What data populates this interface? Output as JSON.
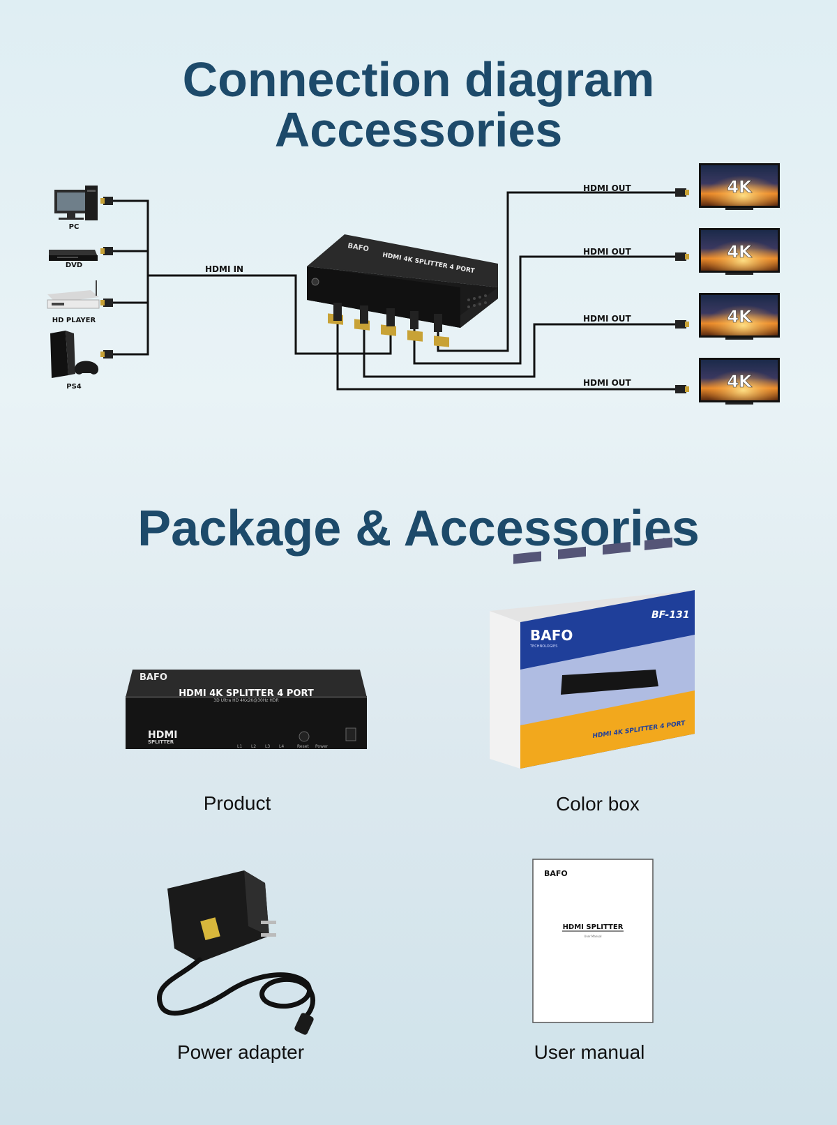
{
  "headings": {
    "connection": "Connection diagram",
    "accessories": "Accessories",
    "package": "Package & Accessories"
  },
  "sources": [
    {
      "label": "PC",
      "icon": "pc-icon"
    },
    {
      "label": "DVD",
      "icon": "dvd-icon"
    },
    {
      "label": "HD PLAYER",
      "icon": "hd-player-icon"
    },
    {
      "label": "PS4",
      "icon": "ps4-icon"
    }
  ],
  "connections": {
    "input_label": "HDMI IN",
    "output_label": "HDMI OUT",
    "display_badge": "4K"
  },
  "splitter": {
    "brand": "BAFO",
    "name": "HDMI 4K SPLITTER 4 PORT",
    "subtitle": "3D Ultra HD 4Kx2K@30Hz HDR",
    "badge": "HDMI",
    "badge_sub": "SPLITTER",
    "led_labels": [
      "L1",
      "L2",
      "L3",
      "L4"
    ],
    "reset_label": "Reset",
    "power_label": "Power"
  },
  "color_box": {
    "brand": "BAFO",
    "brand_sub": "TECHNOLOGIES",
    "model": "BF-131",
    "tagline": "HDMI 4K SPLITTER 4 PORT"
  },
  "manual": {
    "brand": "BAFO",
    "title": "HDMI SPLITTER",
    "subtitle": "User Manual"
  },
  "items": [
    {
      "caption": "Product"
    },
    {
      "caption": "Color box"
    },
    {
      "caption": "Power adapter"
    },
    {
      "caption": "User manual"
    }
  ],
  "colors": {
    "heading": "#1d4a6a",
    "cable": "#111111",
    "box_blue": "#1f3f9a",
    "box_orange": "#f2a81d"
  }
}
